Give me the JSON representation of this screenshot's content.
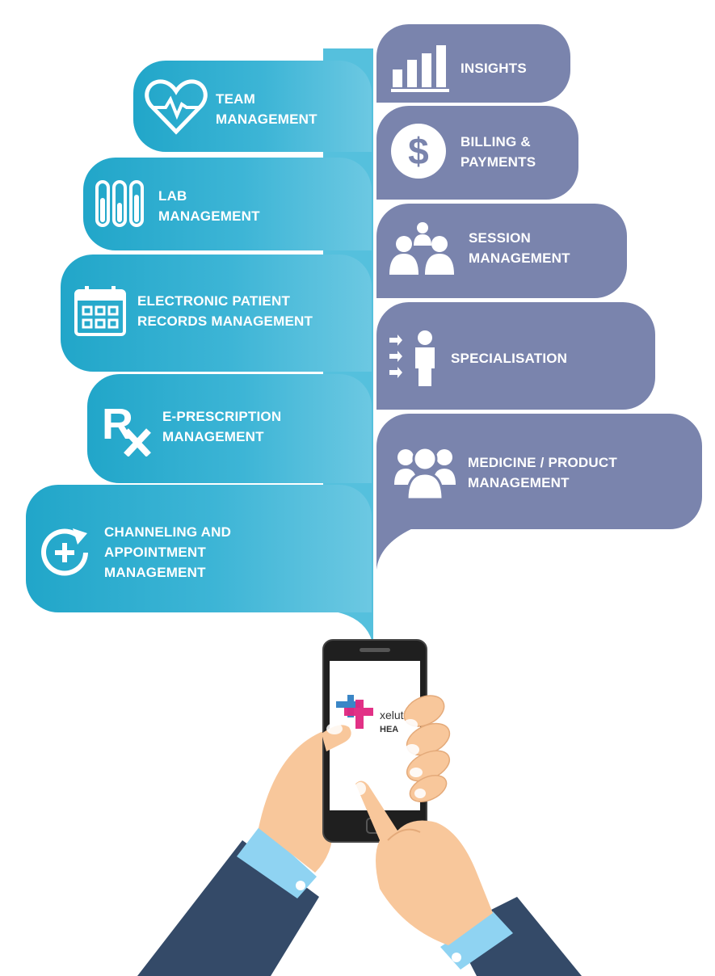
{
  "left_items": [
    {
      "label_1": "TEAM",
      "label_2": "MANAGEMENT",
      "icon": "heart-pulse-icon"
    },
    {
      "label_1": "LAB",
      "label_2": "MANAGEMENT",
      "icon": "test-tubes-icon"
    },
    {
      "label_1": "ELECTRONIC PATIENT",
      "label_2": "RECORDS MANAGEMENT",
      "icon": "calendar-icon"
    },
    {
      "label_1": "E-PRESCRIPTION",
      "label_2": "MANAGEMENT",
      "icon": "rx-icon"
    },
    {
      "label_1": "CHANNELING AND",
      "label_2": "APPOINTMENT",
      "label_3": "MANAGEMENT",
      "icon": "plus-circle-arrow-icon"
    }
  ],
  "right_items": [
    {
      "label_1": "INSIGHTS",
      "icon": "bar-chart-icon"
    },
    {
      "label_1": "BILLING &",
      "label_2": "PAYMENTS",
      "icon": "dollar-icon"
    },
    {
      "label_1": "SESSION",
      "label_2": "MANAGEMENT",
      "icon": "meeting-people-icon"
    },
    {
      "label_1": "SPECIALISATION",
      "icon": "person-arrows-icon"
    },
    {
      "label_1": "MEDICINE / PRODUCT",
      "label_2": "MANAGEMENT",
      "icon": "group-people-icon"
    }
  ],
  "phone": {
    "logo_text_1": "xeluti",
    "logo_text_2": "HEA"
  },
  "colors": {
    "left_bubble": "#2aa9cc",
    "right_bubble": "#7a84ad",
    "hand": "#f8c79b",
    "sleeve": "#344a68",
    "cuff": "#8fd3f2"
  }
}
